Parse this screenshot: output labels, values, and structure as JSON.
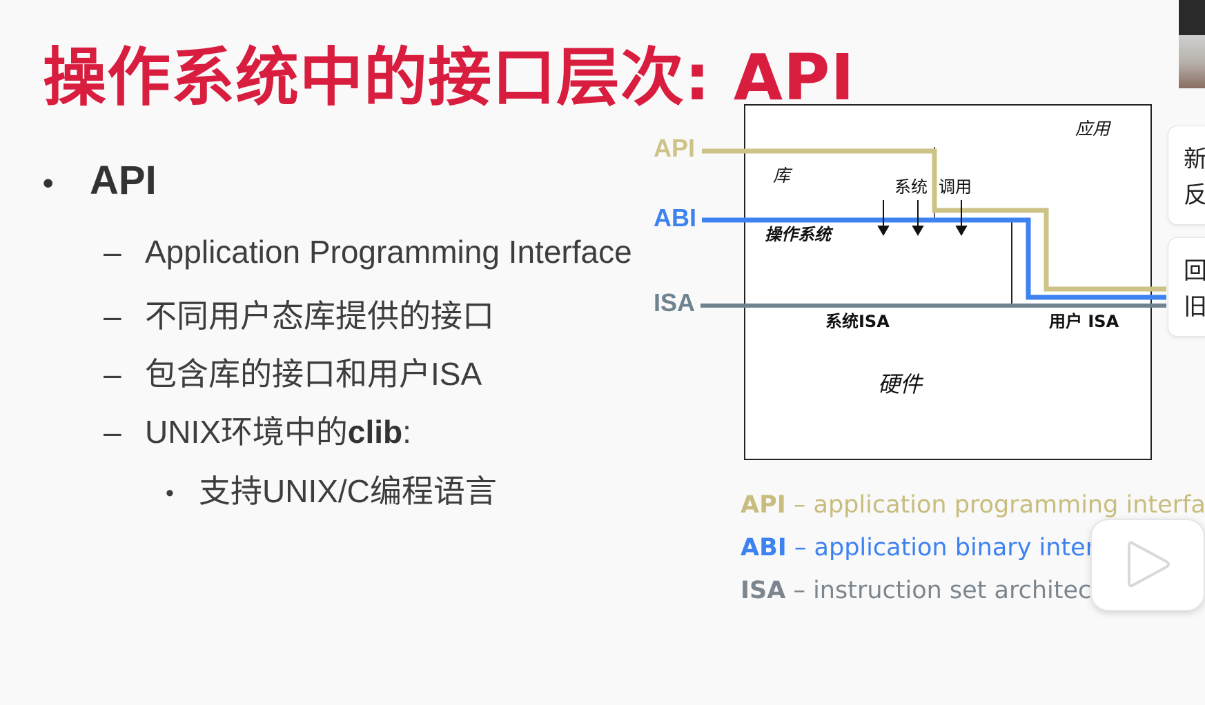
{
  "slide": {
    "title": "操作系统中的接口层次: API",
    "bullet": "API",
    "subitems": [
      "Application Programming Interface",
      "不同用户态库提供的接口",
      "包含库的接口和用户ISA"
    ],
    "clib_prefix": "UNIX环境中的",
    "clib_bold": "clib",
    "clib_suffix": ":",
    "subsubitem": "支持UNIX/C编程语言"
  },
  "diagram": {
    "labels": {
      "app": "应用",
      "lib": "库",
      "syscall_1": "系统",
      "syscall_2": "调用",
      "os": "操作系统",
      "system_isa": "系统ISA",
      "user_isa": "用户 ISA",
      "hardware": "硬件"
    },
    "lines": {
      "api": "API",
      "abi": "ABI",
      "isa": "ISA"
    },
    "colors": {
      "api": "#cdc386",
      "abi": "#3d82f0",
      "isa": "#6e8290"
    }
  },
  "legend": [
    {
      "abbr": "API",
      "text": " – application programming interface",
      "color": "#c8bd7e"
    },
    {
      "abbr": "ABI",
      "text": " – application binary interface",
      "color": "#3c82f0"
    },
    {
      "abbr": "ISA",
      "text": " – instruction set architecture",
      "color": "#7b868f"
    }
  ],
  "side_panel": {
    "card1_line1": "新",
    "card1_line2": "反",
    "card2_line1": "回",
    "card2_line2": "旧"
  },
  "player": {
    "play_icon": "play-icon"
  }
}
